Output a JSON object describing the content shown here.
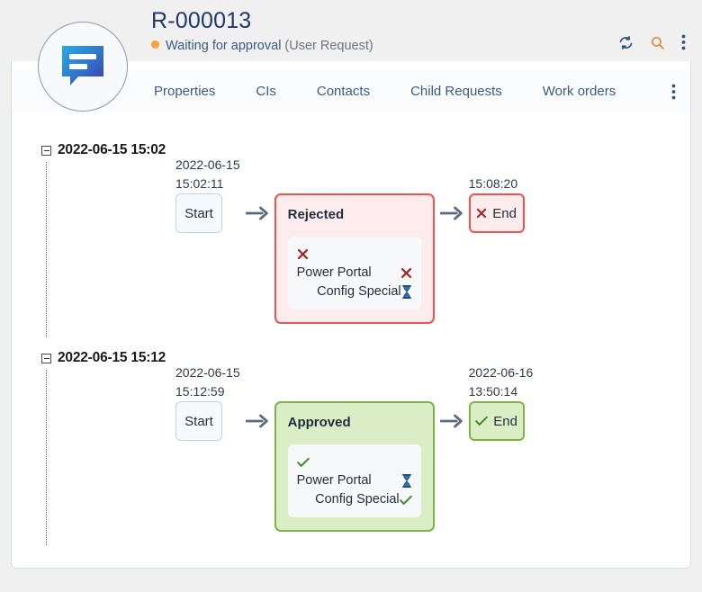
{
  "header": {
    "record_id": "R-000013",
    "status_label": "Waiting for approval",
    "status_sub": "(User Request)",
    "status_color": "#f5a33c",
    "avatar_icon": "speech-bubble-icon",
    "actions": [
      {
        "name": "refresh-icon",
        "color": "#2e5285"
      },
      {
        "name": "search-icon",
        "color": "#e8873a"
      },
      {
        "name": "kebab-menu-icon",
        "color": "#2e5285"
      }
    ]
  },
  "tabs": {
    "items": [
      {
        "label": "Properties"
      },
      {
        "label": "CIs"
      },
      {
        "label": "Contacts"
      },
      {
        "label": "Child Requests"
      },
      {
        "label": "Work orders"
      }
    ],
    "overflow_icon": "kebab-menu-icon"
  },
  "timeline": {
    "groups": [
      {
        "date_label": "2022-06-15 15:02",
        "collapse_icon": "collapse-minus-icon",
        "start": {
          "label": "Start"
        },
        "start_stamp": {
          "line1": "2022-06-15",
          "line2": "15:02:11",
          "single_line": false
        },
        "stage": {
          "title": "Rejected",
          "state": "rejected",
          "border_color": "#ef5350",
          "fill_color": "#fdeced",
          "rows": [
            {
              "label": "",
              "mark": "x",
              "align": "left"
            },
            {
              "label": "Power Portal",
              "mark": "x",
              "align": "between"
            },
            {
              "label": "Config Special",
              "mark": "hourglass",
              "align": "right"
            }
          ]
        },
        "end_stamp": {
          "line1": "",
          "line2": "15:08:20",
          "single_line": true
        },
        "end": {
          "label": "End",
          "mark": "x"
        }
      },
      {
        "date_label": "2022-06-15 15:12",
        "collapse_icon": "collapse-minus-icon",
        "start": {
          "label": "Start"
        },
        "start_stamp": {
          "line1": "2022-06-15",
          "line2": "15:12:59",
          "single_line": false
        },
        "stage": {
          "title": "Approved",
          "state": "approved",
          "border_color": "#7ab545",
          "fill_color": "#dbedc4",
          "rows": [
            {
              "label": "",
              "mark": "check",
              "align": "left"
            },
            {
              "label": "Power Portal",
              "mark": "hourglass",
              "align": "between"
            },
            {
              "label": "Config Special",
              "mark": "check",
              "align": "right"
            }
          ]
        },
        "end_stamp": {
          "line1": "2022-06-16",
          "line2": "13:50:14",
          "single_line": false
        },
        "end": {
          "label": "End",
          "mark": "check"
        }
      }
    ]
  }
}
